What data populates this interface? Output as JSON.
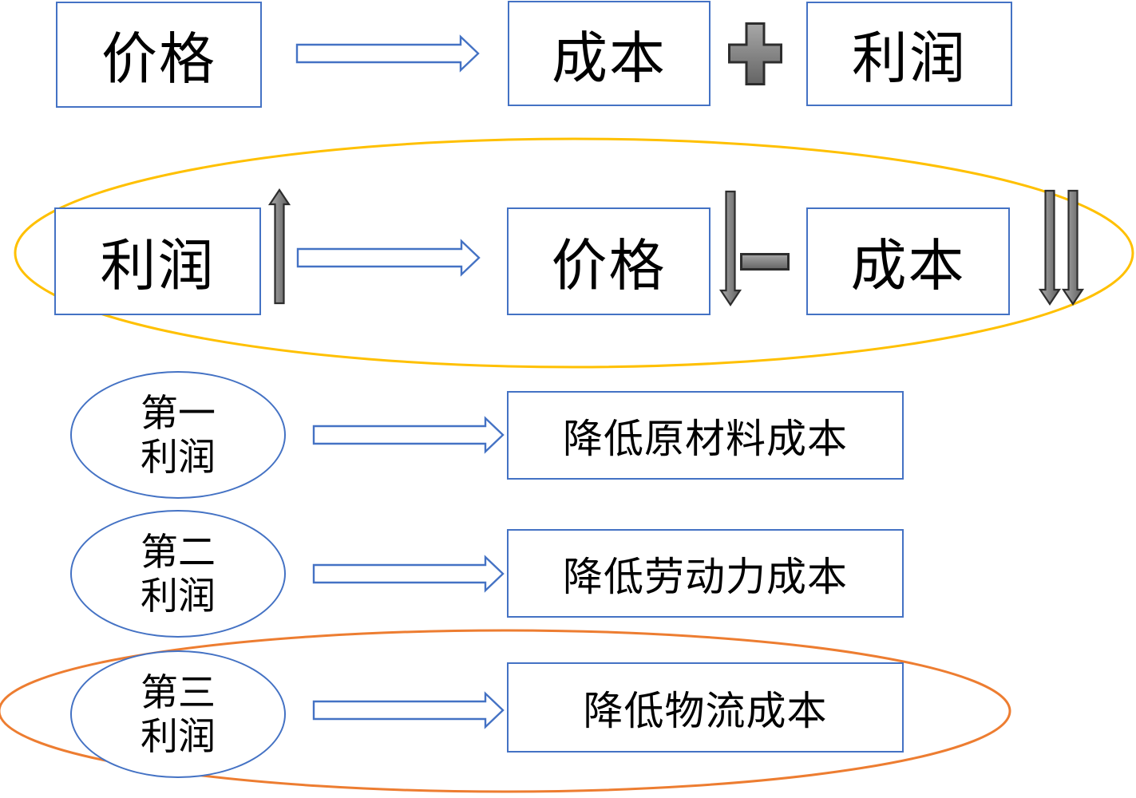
{
  "diagram": {
    "row1": {
      "price": "价格",
      "cost": "成本",
      "profit": "利润",
      "arrow_icon": "right-block-arrow",
      "plus_icon": "plus"
    },
    "row2": {
      "profit": "利润",
      "price": "价格",
      "cost": "成本",
      "arrow_icon": "right-block-arrow",
      "minus_icon": "minus",
      "profit_trend_icon": "arrow-up",
      "price_trend_icon": "arrow-down",
      "cost_trend_icon": "double-arrow-down"
    },
    "profit_rows": [
      {
        "level": "第一\n利润",
        "action": "降低原材料成本"
      },
      {
        "level": "第二\n利润",
        "action": "降低劳动力成本"
      },
      {
        "level": "第三\n利润",
        "action": "降低物流成本"
      }
    ],
    "colors": {
      "shape_border_blue": "#4472C4",
      "highlight_yellow": "#FFC000",
      "highlight_orange": "#ED7D31",
      "operator_gray_light": "#A6A6A6",
      "operator_gray_dark": "#636363",
      "operator_border": "#333333",
      "text": "#000000"
    }
  }
}
